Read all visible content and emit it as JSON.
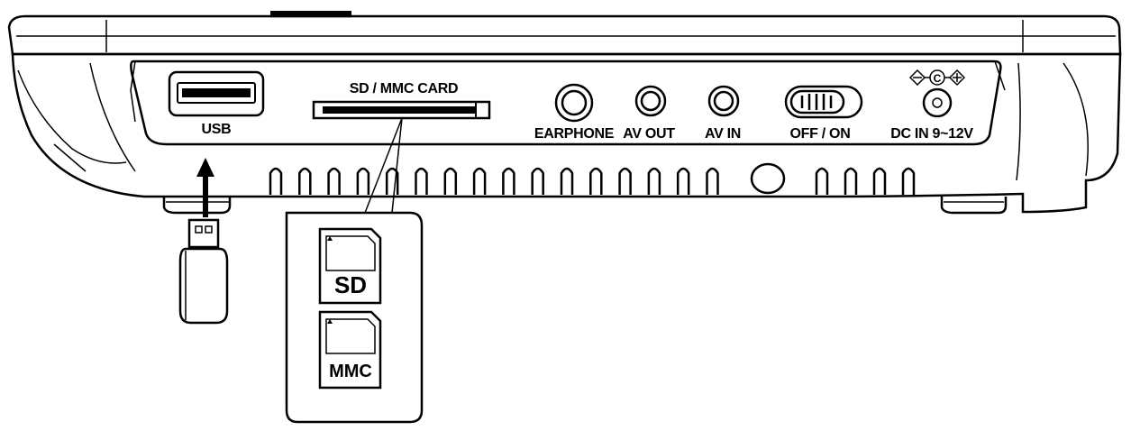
{
  "labels": {
    "usb": "USB",
    "card_slot": "SD / MMC  CARD",
    "earphone": "EARPHONE",
    "av_out": "AV OUT",
    "av_in": "AV IN",
    "power_switch": "OFF / ON",
    "dc_in": "DC IN 9~12V"
  },
  "polarity_symbols": {
    "negative": "−",
    "center": "C",
    "positive": "+"
  },
  "cards": [
    {
      "name": "SD",
      "label": "SD"
    },
    {
      "name": "MMC",
      "label": "MMC"
    }
  ],
  "icons": [
    "usb-flash-drive-icon",
    "insert-arrow-icon",
    "sd-card-icon",
    "mmc-card-icon",
    "polarity-icon"
  ]
}
